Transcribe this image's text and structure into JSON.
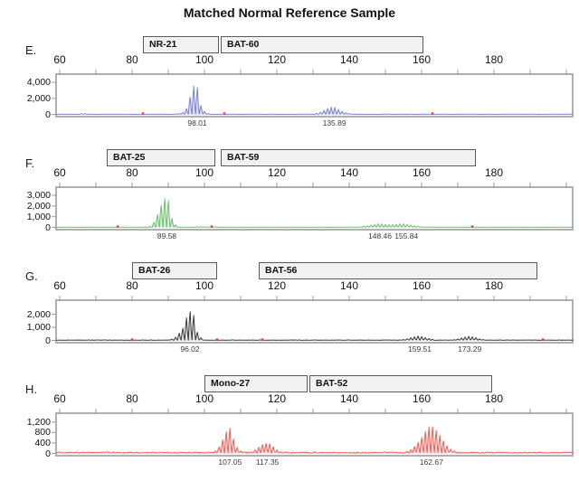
{
  "title": "Matched Normal Reference Sample",
  "x_axis": {
    "label_ticks": [
      "60",
      "80",
      "100",
      "120",
      "140",
      "160",
      "180"
    ],
    "label_values": [
      60,
      80,
      100,
      120,
      140,
      160,
      180
    ],
    "minor_tick_step_bp": 10,
    "bp_min": 59,
    "bp_max": 201.8
  },
  "chart_data": [
    {
      "type": "area",
      "panel_label": "E.",
      "trace_color": "#7a82d4",
      "trace_fill": "rgba(122,130,212,0.28)",
      "markers": [
        {
          "name": "NR-21",
          "bp_start": 83,
          "bp_end": 104
        },
        {
          "name": "BAT-60",
          "bp_start": 104.5,
          "bp_end": 160.5
        }
      ],
      "y_ticks": [
        {
          "label": "4,000",
          "value": 4000
        },
        {
          "label": "2,000",
          "value": 2000
        },
        {
          "label": "0",
          "value": 0
        }
      ],
      "y_top_value": 4400,
      "peaks": [
        {
          "size_label": "98.01",
          "label_bp": 98.0,
          "spikes": [
            [
              93,
              120
            ],
            [
              94,
              260
            ],
            [
              95,
              800
            ],
            [
              96,
              2400
            ],
            [
              97,
              3950
            ],
            [
              98,
              3750
            ],
            [
              99,
              1250
            ],
            [
              100,
              420
            ],
            [
              101,
              130
            ]
          ]
        },
        {
          "size_label": "135.89",
          "label_bp": 135.9,
          "spikes": [
            [
              131,
              140
            ],
            [
              132,
              300
            ],
            [
              133,
              560
            ],
            [
              134,
              820
            ],
            [
              135,
              1020
            ],
            [
              136,
              960
            ],
            [
              137,
              700
            ],
            [
              138,
              420
            ],
            [
              139,
              220
            ],
            [
              140,
              110
            ]
          ]
        }
      ],
      "minor_blips": [
        [
          66,
          110
        ],
        [
          67,
          70
        ]
      ],
      "red_dots_bp": [
        83,
        105.5,
        163
      ],
      "baseline_noise": 40
    },
    {
      "type": "area",
      "panel_label": "F.",
      "trace_color": "#6fbe74",
      "trace_fill": "rgba(111,190,116,0.28)",
      "markers": [
        {
          "name": "BAT-25",
          "bp_start": 73,
          "bp_end": 103
        },
        {
          "name": "BAT-59",
          "bp_start": 104.5,
          "bp_end": 175
        }
      ],
      "y_ticks": [
        {
          "label": "3,000",
          "value": 3000
        },
        {
          "label": "2,000",
          "value": 2000
        },
        {
          "label": "1,000",
          "value": 1000
        },
        {
          "label": "0",
          "value": 0
        }
      ],
      "y_top_value": 3300,
      "peaks": [
        {
          "size_label": "89.58",
          "label_bp": 89.6,
          "spikes": [
            [
              85,
              110
            ],
            [
              86,
              520
            ],
            [
              87,
              1350
            ],
            [
              88,
              2300
            ],
            [
              89,
              3020
            ],
            [
              90,
              2820
            ],
            [
              91,
              950
            ],
            [
              92,
              280
            ]
          ]
        },
        {
          "size_label": "148.46",
          "label_bp": 148.5,
          "spikes": [
            [
              143,
              60
            ],
            [
              144,
              110
            ],
            [
              145,
              170
            ],
            [
              146,
              240
            ],
            [
              147,
              320
            ],
            [
              148,
              380
            ],
            [
              149,
              350
            ],
            [
              150,
              300
            ],
            [
              151,
              270
            ]
          ]
        },
        {
          "size_label": "155.84",
          "label_bp": 155.8,
          "spikes": [
            [
              152,
              290
            ],
            [
              153,
              330
            ],
            [
              154,
              360
            ],
            [
              155,
              380
            ],
            [
              156,
              330
            ],
            [
              157,
              250
            ],
            [
              158,
              170
            ],
            [
              159,
              110
            ],
            [
              160,
              70
            ]
          ]
        }
      ],
      "minor_blips": [
        [
          98,
          60
        ],
        [
          99,
          85
        ],
        [
          100,
          55
        ],
        [
          103,
          70
        ],
        [
          121,
          45
        ]
      ],
      "red_dots_bp": [
        76,
        102,
        174
      ],
      "baseline_noise": 50
    },
    {
      "type": "area",
      "panel_label": "G.",
      "trace_color": "#3a3a3a",
      "trace_fill": "rgba(60,60,60,0.15)",
      "markers": [
        {
          "name": "BAT-26",
          "bp_start": 80,
          "bp_end": 103.5
        },
        {
          "name": "BAT-56",
          "bp_start": 115,
          "bp_end": 192
        }
      ],
      "y_ticks": [
        {
          "label": "2,000",
          "value": 2000
        },
        {
          "label": "1,000",
          "value": 1000
        },
        {
          "label": "0",
          "value": 0
        }
      ],
      "y_top_value": 2700,
      "peaks": [
        {
          "size_label": "96.02",
          "label_bp": 96.0,
          "spikes": [
            [
              91,
              110
            ],
            [
              92,
              280
            ],
            [
              93,
              620
            ],
            [
              94,
              1050
            ],
            [
              95,
              1950
            ],
            [
              96,
              2480
            ],
            [
              97,
              2150
            ],
            [
              98,
              700
            ],
            [
              99,
              230
            ]
          ]
        },
        {
          "size_label": "159.51",
          "label_bp": 159.5,
          "spikes": [
            [
              155,
              70
            ],
            [
              156,
              140
            ],
            [
              157,
              230
            ],
            [
              158,
              310
            ],
            [
              159,
              370
            ],
            [
              160,
              330
            ],
            [
              161,
              250
            ],
            [
              162,
              160
            ],
            [
              163,
              90
            ]
          ]
        },
        {
          "size_label": "173.29",
          "label_bp": 173.3,
          "spikes": [
            [
              169,
              60
            ],
            [
              170,
              120
            ],
            [
              171,
              210
            ],
            [
              172,
              290
            ],
            [
              173,
              350
            ],
            [
              174,
              310
            ],
            [
              175,
              230
            ],
            [
              176,
              140
            ],
            [
              177,
              70
            ]
          ]
        }
      ],
      "minor_blips": [
        [
          68,
          50
        ],
        [
          108,
          45
        ]
      ],
      "red_dots_bp": [
        80,
        103.5,
        116,
        193.5
      ],
      "baseline_noise": 60
    },
    {
      "type": "area",
      "panel_label": "H.",
      "trace_color": "#ee6059",
      "trace_fill": "rgba(238,96,89,0.22)",
      "markers": [
        {
          "name": "Mono-27",
          "bp_start": 100,
          "bp_end": 128.5
        },
        {
          "name": "BAT-52",
          "bp_start": 129,
          "bp_end": 179.5
        }
      ],
      "y_ticks": [
        {
          "label": "1,200",
          "value": 1200
        },
        {
          "label": "800",
          "value": 800
        },
        {
          "label": "400",
          "value": 400
        },
        {
          "label": "0",
          "value": 0
        }
      ],
      "y_top_value": 1350,
      "peaks": [
        {
          "size_label": "107.05",
          "label_bp": 107.1,
          "spikes": [
            [
              103,
              110
            ],
            [
              104,
              280
            ],
            [
              105,
              580
            ],
            [
              106,
              930
            ],
            [
              107,
              1080
            ],
            [
              108,
              620
            ],
            [
              109,
              260
            ],
            [
              110,
              110
            ]
          ]
        },
        {
          "size_label": "117.35",
          "label_bp": 117.4,
          "spikes": [
            [
              113,
              70
            ],
            [
              114,
              150
            ],
            [
              115,
              270
            ],
            [
              116,
              380
            ],
            [
              117,
              430
            ],
            [
              118,
              410
            ],
            [
              119,
              290
            ],
            [
              120,
              150
            ],
            [
              121,
              70
            ]
          ]
        },
        {
          "size_label": "162.67",
          "label_bp": 162.7,
          "spikes": [
            [
              156,
              90
            ],
            [
              157,
              170
            ],
            [
              158,
              290
            ],
            [
              159,
              470
            ],
            [
              160,
              690
            ],
            [
              161,
              940
            ],
            [
              162,
              1130
            ],
            [
              163,
              1150
            ],
            [
              164,
              990
            ],
            [
              165,
              780
            ],
            [
              166,
              540
            ],
            [
              167,
              330
            ],
            [
              168,
              190
            ],
            [
              169,
              110
            ],
            [
              170,
              60
            ]
          ]
        }
      ],
      "minor_blips": [],
      "red_dots_bp": [],
      "baseline_noise": 95
    }
  ],
  "colors": {
    "plot_border": "#b0b0b0",
    "tick": "#999999",
    "red_dot": "#ee3b30",
    "marker_box_bg": "#f2f2f2",
    "marker_box_border": "#5a5a5a"
  }
}
